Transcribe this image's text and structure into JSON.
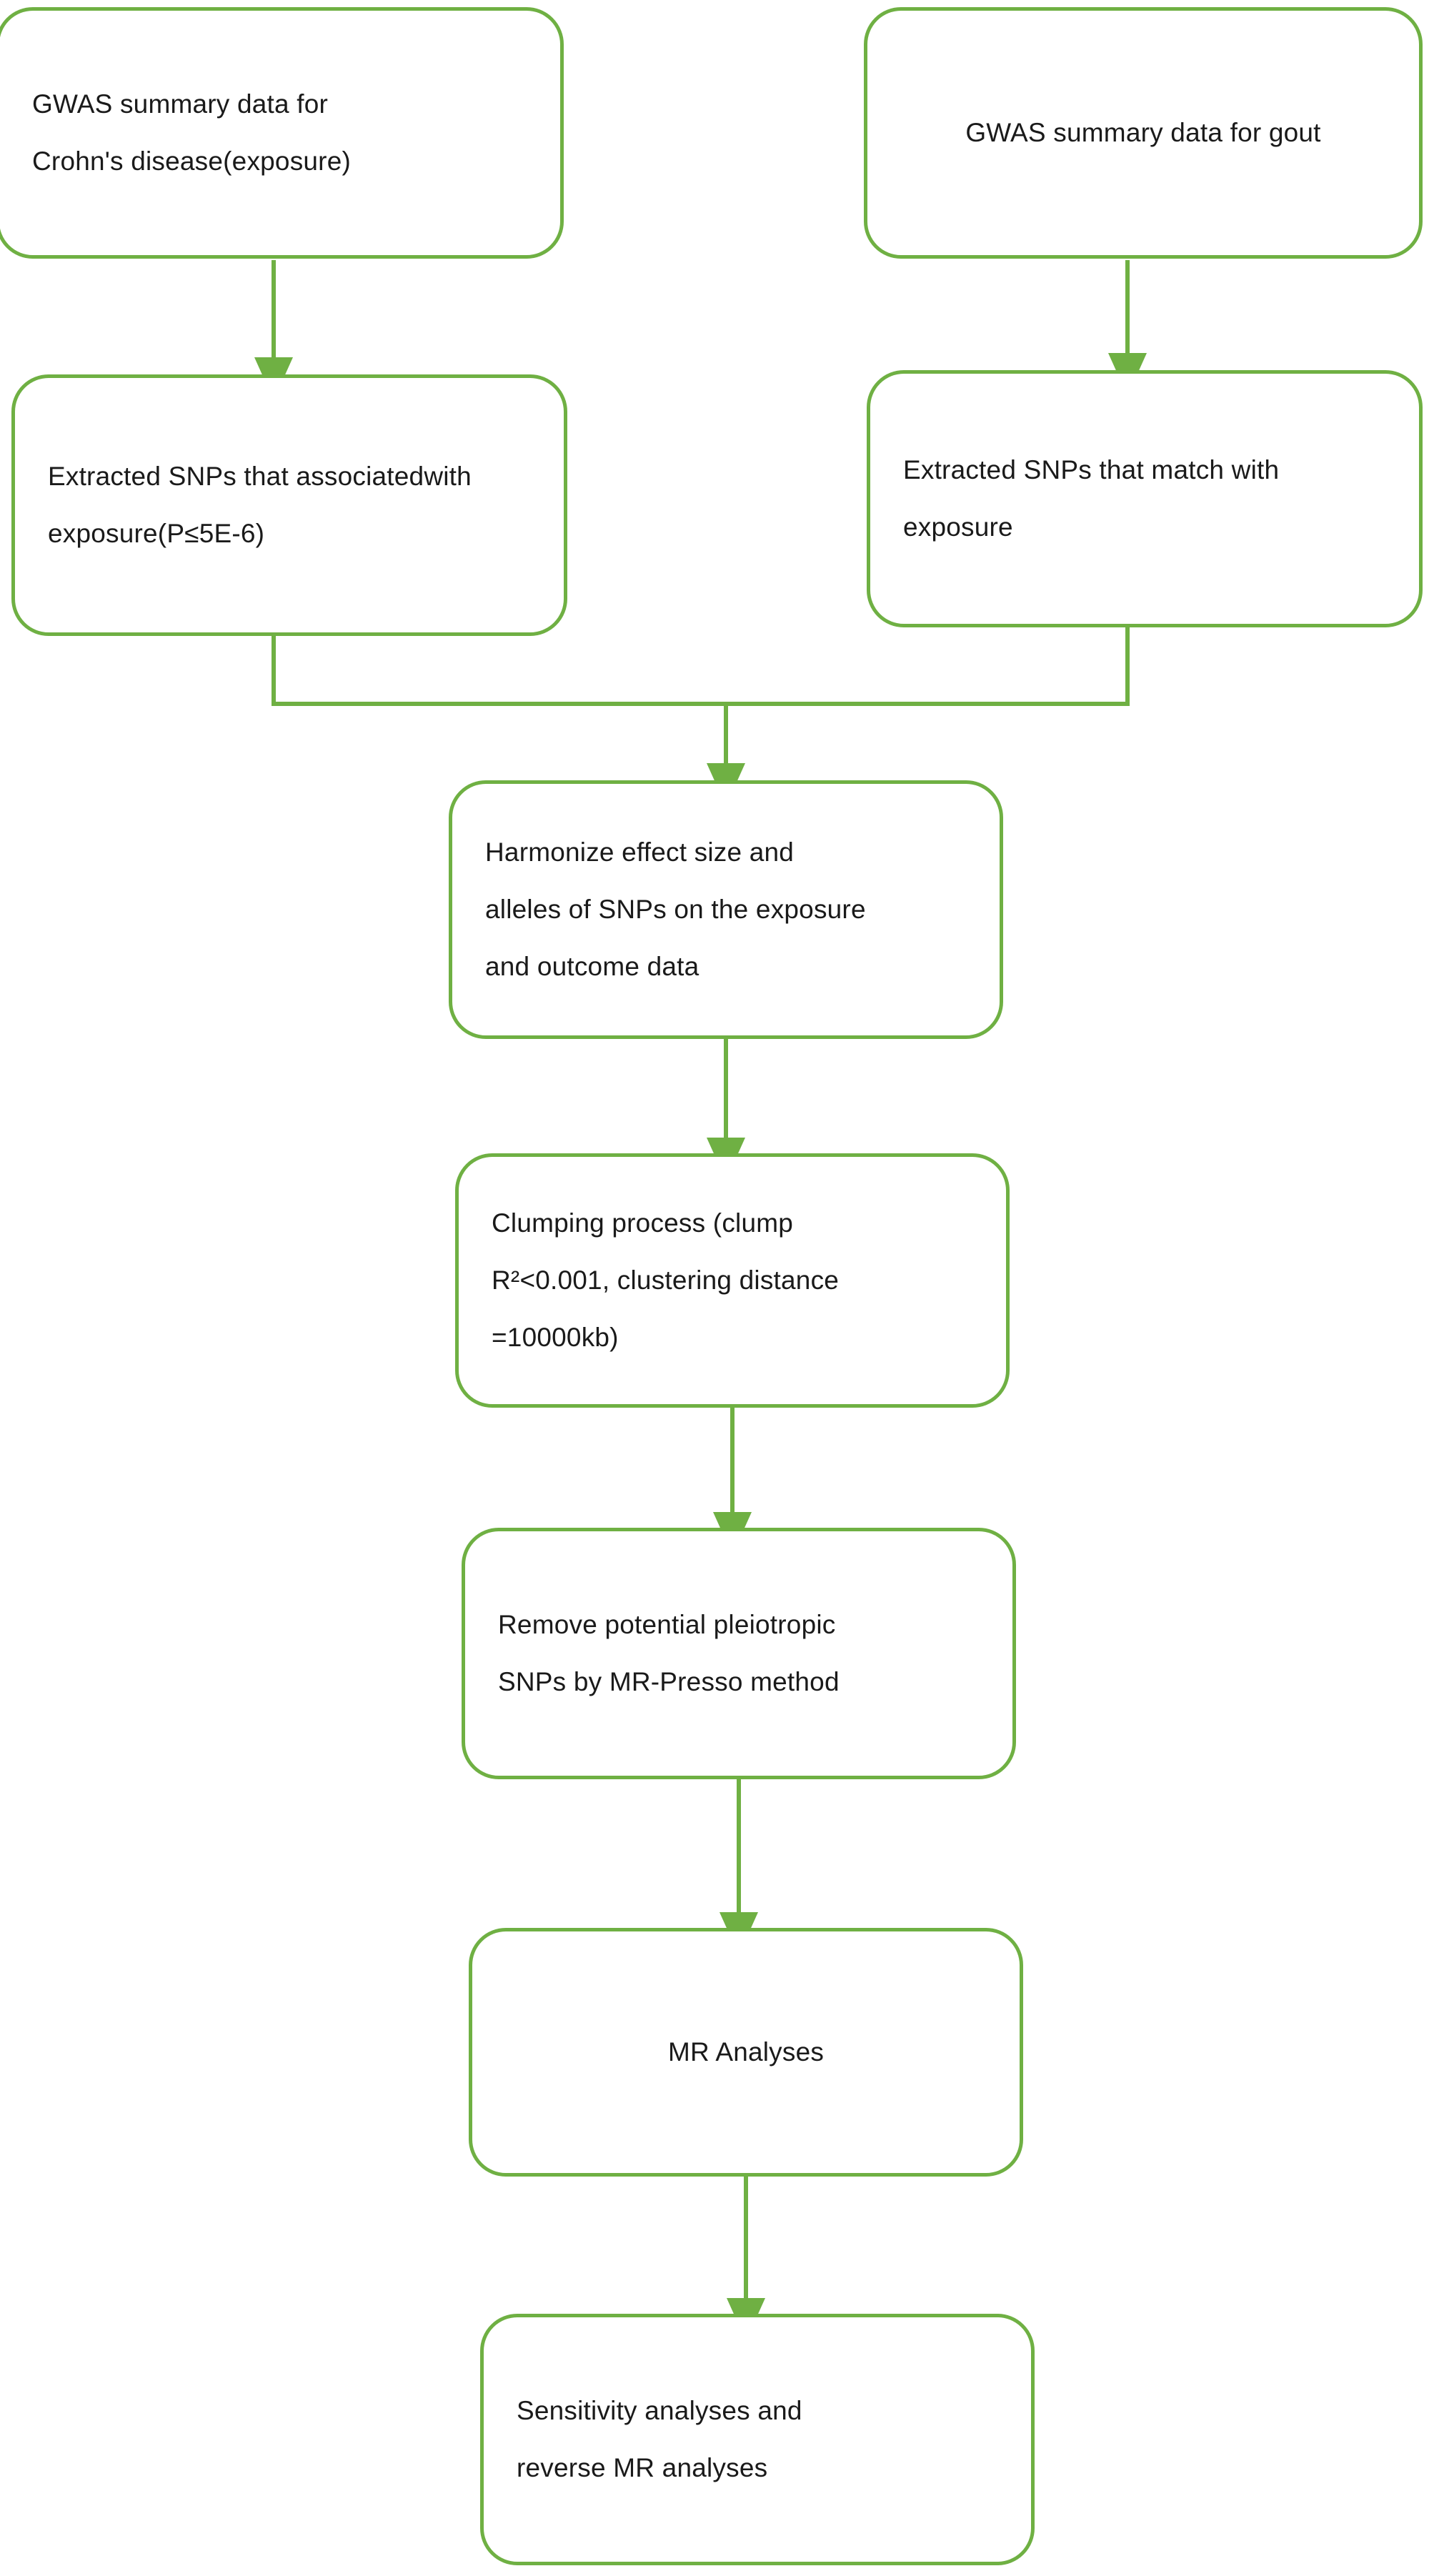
{
  "diagram": {
    "title": "Mendelian randomization study workflow",
    "accent_color": "#6fb043",
    "text_color": "#1a1a1a",
    "background_color": "#ffffff",
    "nodes": [
      {
        "id": "exposure-source",
        "label": "GWAS summary data for Crohn's disease(exposure)",
        "lines": [
          "GWAS  summary  data  for",
          "Crohn's disease(exposure)"
        ]
      },
      {
        "id": "outcome-source",
        "label": "GWAS summary data for gout",
        "lines": [
          "GWAS summary data for gout"
        ]
      },
      {
        "id": "exposure-snps",
        "label": "Extracted SNPs that associated with exposure(P≤5E-6)",
        "lines": [
          "Extracted SNPs that associated",
          "with exposure(P≤5E-6)"
        ]
      },
      {
        "id": "outcome-snps",
        "label": "Extracted SNPs that match with exposure",
        "lines": [
          "Extracted  SNPs  that  match  with",
          "exposure"
        ]
      },
      {
        "id": "harmonize",
        "label": "Harmonize effect size and alleles of SNPs on the exposure and outcome data",
        "lines": [
          "Harmonize   effect   size   and",
          "alleles of SNPs on the exposure",
          "and outcome data"
        ]
      },
      {
        "id": "clumping",
        "label": "Clumping process (clump R²<0.001, clustering distance =10000kb)",
        "lines": [
          "Clumping    process    (clump",
          "R²<0.001,  clustering  distance",
          "=10000kb)"
        ]
      },
      {
        "id": "mrpresso",
        "label": "Remove potential pleiotropic SNPs by MR-Presso method",
        "lines": [
          "Remove   potential   pleiotropic",
          "SNPs by MR-Presso method"
        ]
      },
      {
        "id": "mr-analyses",
        "label": "MR Analyses",
        "lines": [
          "MR Analyses"
        ]
      },
      {
        "id": "sensitivity",
        "label": "Sensitivity analyses and reverse MR analyses",
        "lines": [
          "Sensitivity    analyses    and",
          "reverse MR analyses"
        ]
      }
    ],
    "edges": [
      {
        "id": "edge-exposure-source-to-exposure-snps",
        "from": "exposure-source",
        "to": "exposure-snps",
        "style": "straight-arrow"
      },
      {
        "id": "edge-outcome-source-to-outcome-snps",
        "from": "outcome-source",
        "to": "outcome-snps",
        "style": "straight-arrow"
      },
      {
        "id": "edge-exposure-snps-to-harmonize",
        "from": "exposure-snps",
        "to": "harmonize",
        "style": "elbow-merge"
      },
      {
        "id": "edge-outcome-snps-to-harmonize",
        "from": "outcome-snps",
        "to": "harmonize",
        "style": "elbow-merge"
      },
      {
        "id": "edge-harmonize-to-clumping",
        "from": "harmonize",
        "to": "clumping",
        "style": "straight-arrow"
      },
      {
        "id": "edge-clumping-to-mrpresso",
        "from": "clumping",
        "to": "mrpresso",
        "style": "straight-arrow"
      },
      {
        "id": "edge-mrpresso-to-mr-analyses",
        "from": "mrpresso",
        "to": "mr-analyses",
        "style": "straight-arrow"
      },
      {
        "id": "edge-mr-analyses-to-sensitivity",
        "from": "mr-analyses",
        "to": "sensitivity",
        "style": "straight-arrow"
      }
    ]
  }
}
